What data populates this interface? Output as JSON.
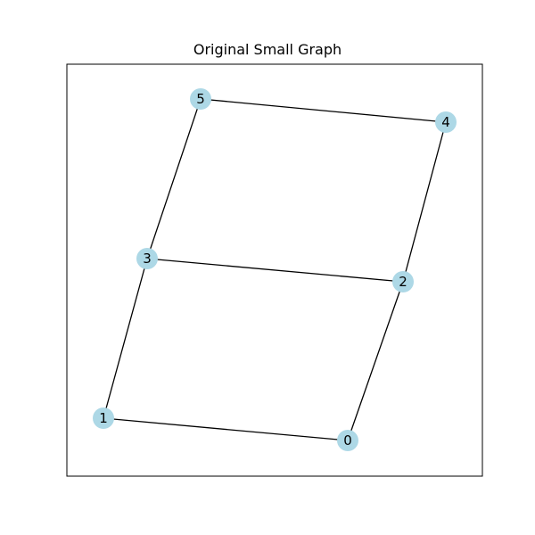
{
  "figure": {
    "title": "Original Small Graph"
  },
  "graph": {
    "node_color": "#add8e6",
    "edge_color": "#000000",
    "frame_color": "#000000",
    "nodes": [
      {
        "id": "0",
        "label": "0"
      },
      {
        "id": "1",
        "label": "1"
      },
      {
        "id": "2",
        "label": "2"
      },
      {
        "id": "3",
        "label": "3"
      },
      {
        "id": "4",
        "label": "4"
      },
      {
        "id": "5",
        "label": "5"
      }
    ],
    "edges": [
      [
        "5",
        "4"
      ],
      [
        "5",
        "3"
      ],
      [
        "4",
        "2"
      ],
      [
        "3",
        "2"
      ],
      [
        "3",
        "1"
      ],
      [
        "2",
        "0"
      ],
      [
        "1",
        "0"
      ]
    ]
  }
}
